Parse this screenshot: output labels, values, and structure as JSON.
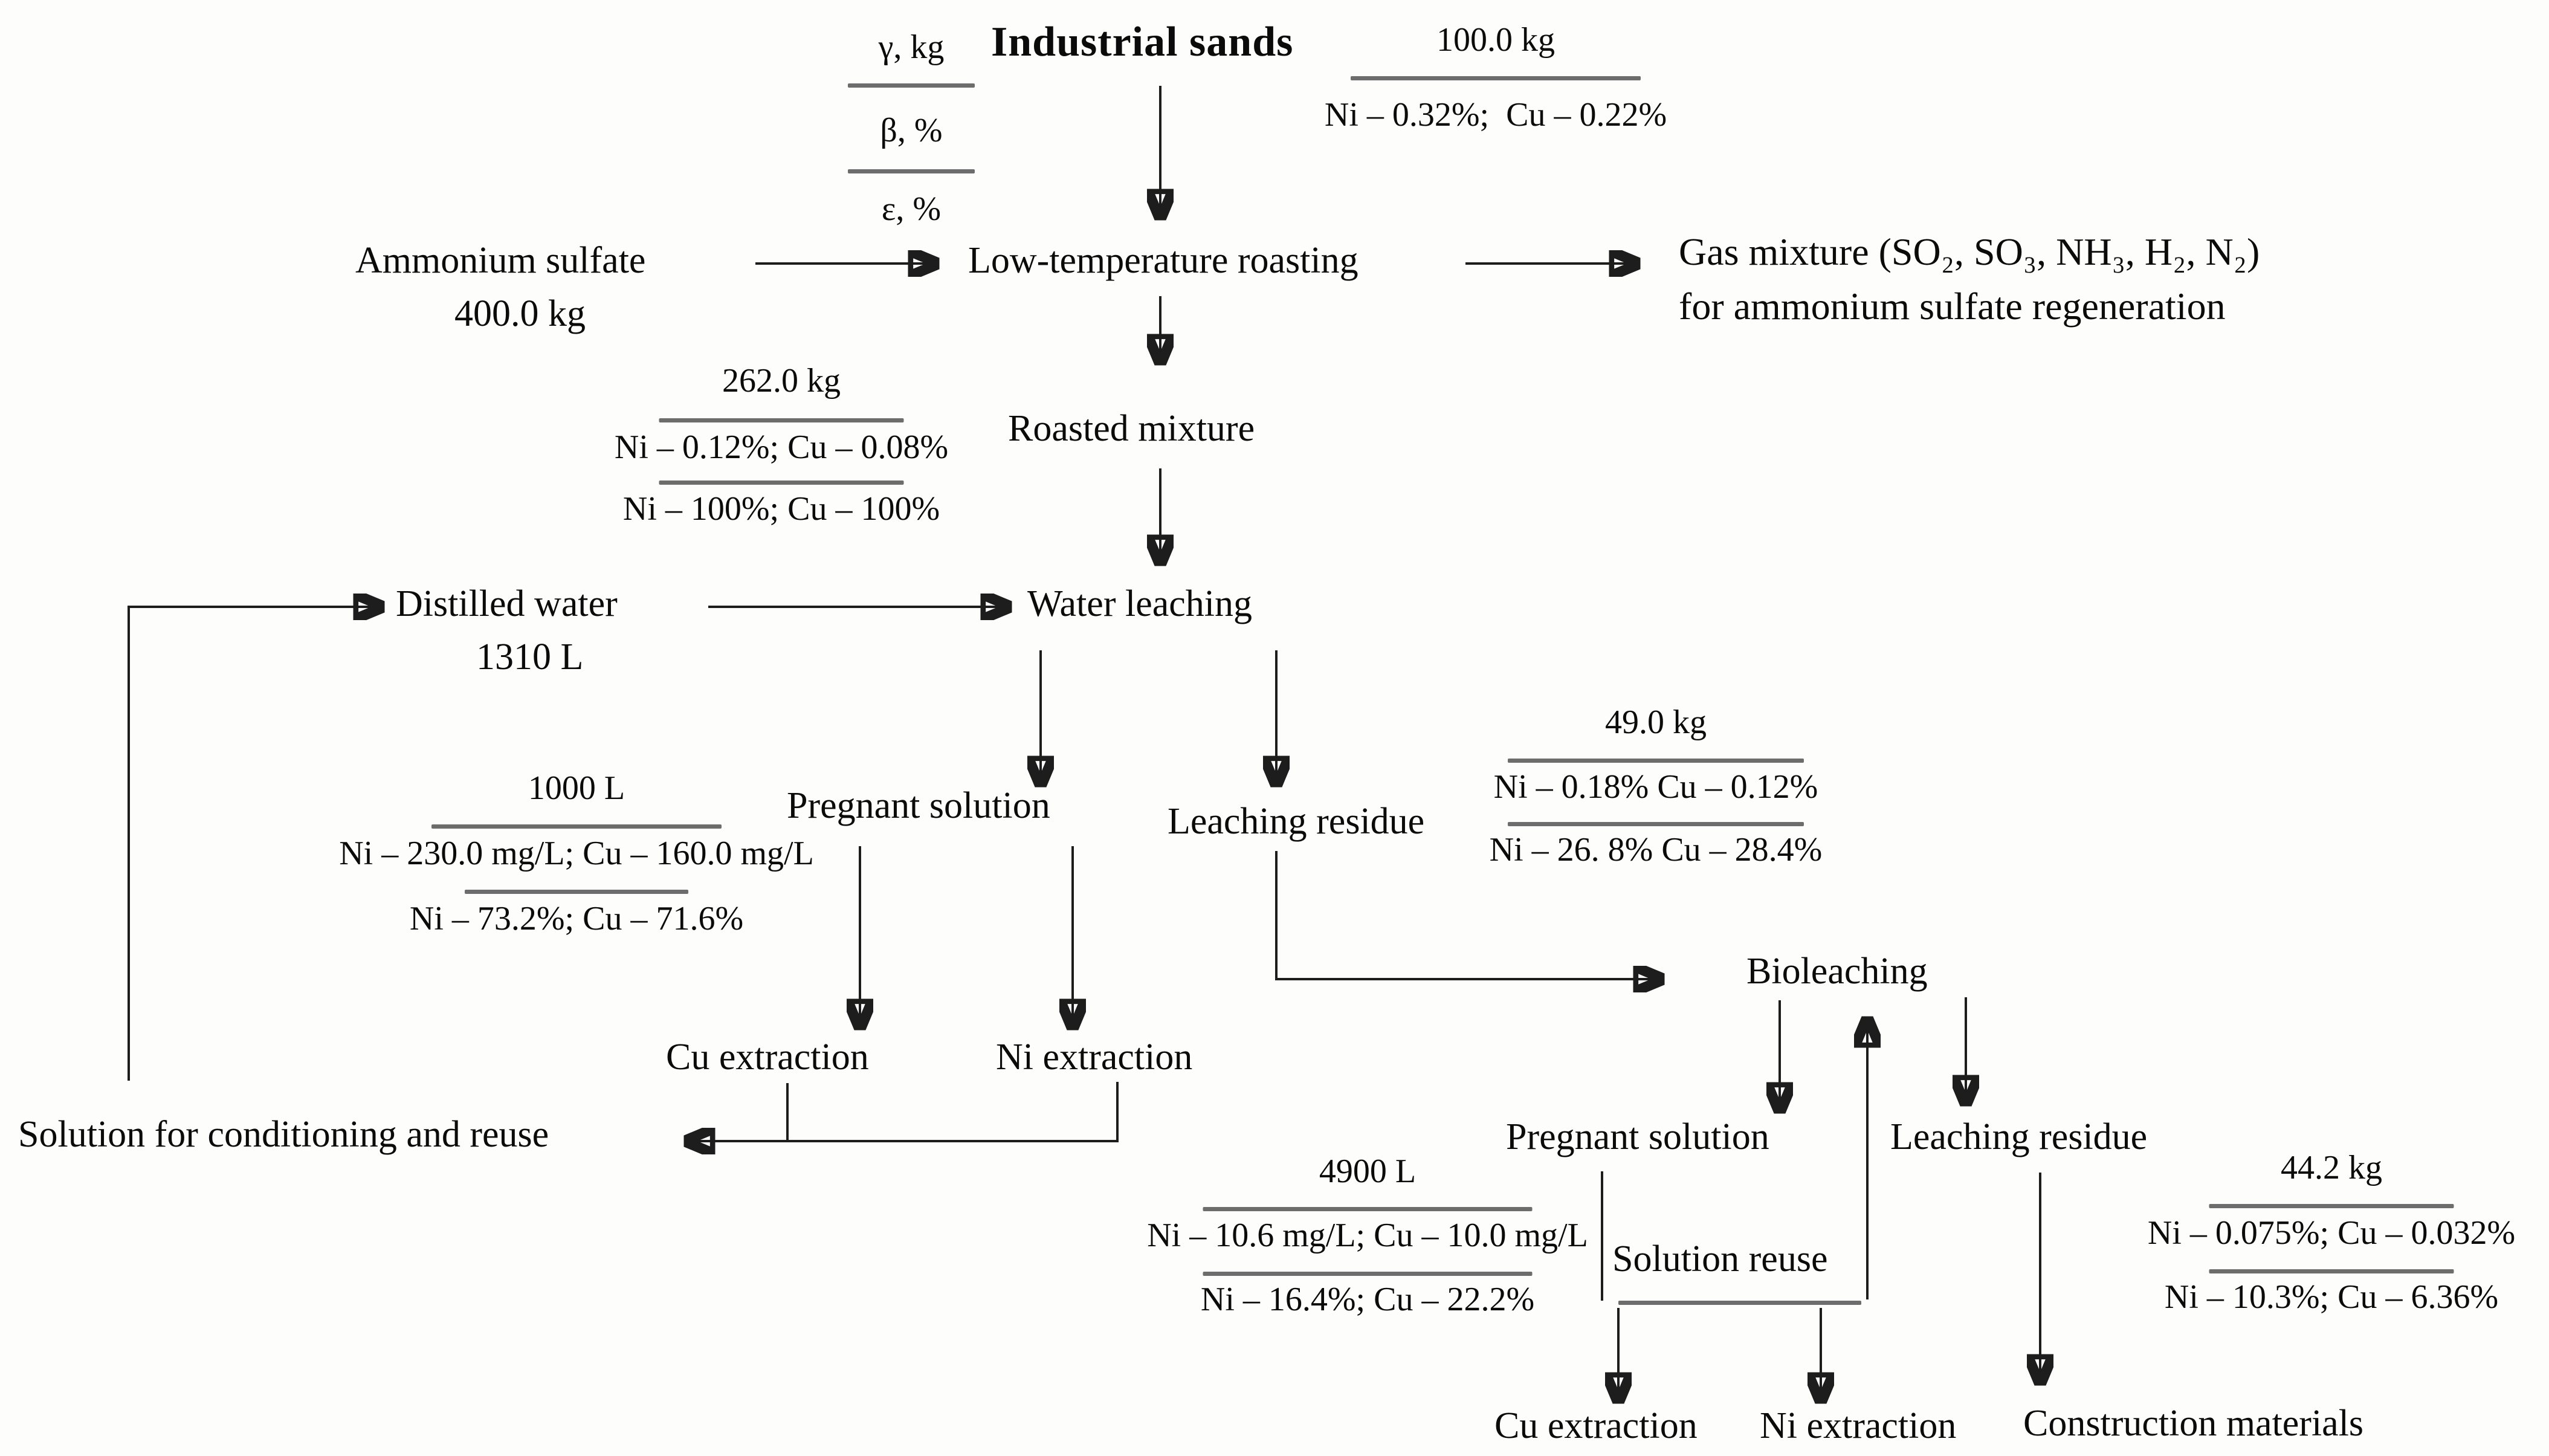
{
  "legend": {
    "row1": "γ, kg",
    "row2": "β, %",
    "row3": "ε, %"
  },
  "nodes": {
    "industrial_sands": "Industrial sands",
    "ammonium_sulfate": "Ammonium sulfate",
    "ammonium_sulfate_amount": "400.0 kg",
    "low_temp_roasting": "Low-temperature roasting",
    "gas_mixture_line1": "Gas mixture (SO₂, SO₃, NH₃, H₂, N₂)",
    "gas_mixture_line2": "for ammonium sulfate regeneration",
    "roasted_mixture": "Roasted mixture",
    "distilled_water": "Distilled water",
    "distilled_water_amount": "1310 L",
    "water_leaching": "Water leaching",
    "pregnant_solution_1": "Pregnant solution",
    "leaching_residue_1": "Leaching residue",
    "cu_extraction_1": "Cu extraction",
    "ni_extraction_1": "Ni extraction",
    "solution_conditioning": "Solution for conditioning and reuse",
    "bioleaching": "Bioleaching",
    "pregnant_solution_2": "Pregnant solution",
    "leaching_residue_2": "Leaching residue",
    "solution_reuse": "Solution reuse",
    "cu_extraction_2": "Cu extraction",
    "ni_extraction_2": "Ni extraction",
    "construction_materials": "Construction materials"
  },
  "streams": {
    "industrial_sands": {
      "amount": "100.0 kg",
      "grades": "Ni – 0.32%;  Cu – 0.22%"
    },
    "roasted_mixture": {
      "amount": "262.0 kg",
      "grades": "Ni – 0.12%; Cu – 0.08%",
      "recovery": "Ni – 100%; Cu – 100%"
    },
    "pregnant_solution_1": {
      "amount": "1000 L",
      "grades": "Ni – 230.0 mg/L; Cu – 160.0 mg/L",
      "recovery": "Ni – 73.2%; Cu – 71.6%"
    },
    "leaching_residue_1": {
      "amount": "49.0 kg",
      "grades": "Ni – 0.18% Cu – 0.12%",
      "recovery": "Ni – 26. 8% Cu – 28.4%"
    },
    "pregnant_solution_2": {
      "amount": "4900 L",
      "grades": "Ni – 10.6 mg/L; Cu – 10.0 mg/L",
      "recovery": "Ni – 16.4%; Cu – 22.2%"
    },
    "leaching_residue_2": {
      "amount": "44.2 kg",
      "grades": "Ni – 0.075%; Cu – 0.032%",
      "recovery": "Ni – 10.3%; Cu – 6.36%"
    }
  }
}
